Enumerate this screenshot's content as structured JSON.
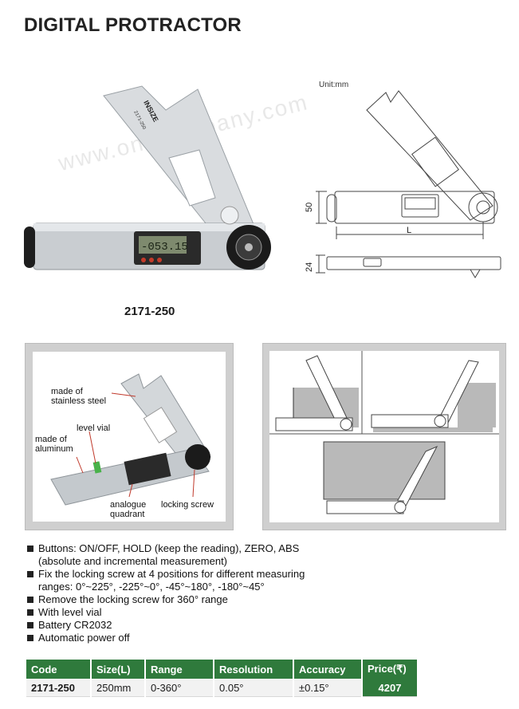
{
  "title": "DIGITAL PROTRACTOR",
  "model": "2171-250",
  "unit_label": "Unit:mm",
  "dims": {
    "height": "50",
    "length": "L",
    "thickness": "24"
  },
  "product_image": {
    "brand": "INSIZE",
    "model_stamp": "2171-250",
    "display": "-053.15"
  },
  "callouts": {
    "stainless": "made of stainless steel",
    "level": "level vial",
    "aluminum": "made of aluminum",
    "quadrant": "analogue quadrant",
    "screw": "locking screw"
  },
  "features": [
    "Buttons: ON/OFF, HOLD (keep the reading), ZERO, ABS (absolute and incremental measurement)",
    "Fix the locking screw at 4 positions for different measuring ranges: 0°~225°, -225°~0°, -45°~180°, -180°~45°",
    "Remove the locking screw for 360° range",
    "With level vial",
    "Battery CR2032",
    "Automatic power off"
  ],
  "table": {
    "headers": [
      "Code",
      "Size(L)",
      "Range",
      "Resolution",
      "Accuracy",
      "Price(₹)"
    ],
    "rows": [
      [
        "2171-250",
        "250mm",
        "0-360°",
        "0.05°",
        "±0.15°",
        "4207"
      ]
    ]
  },
  "colors": {
    "header_green": "#2f7a3c",
    "panel_gray": "#cfcfcf"
  }
}
